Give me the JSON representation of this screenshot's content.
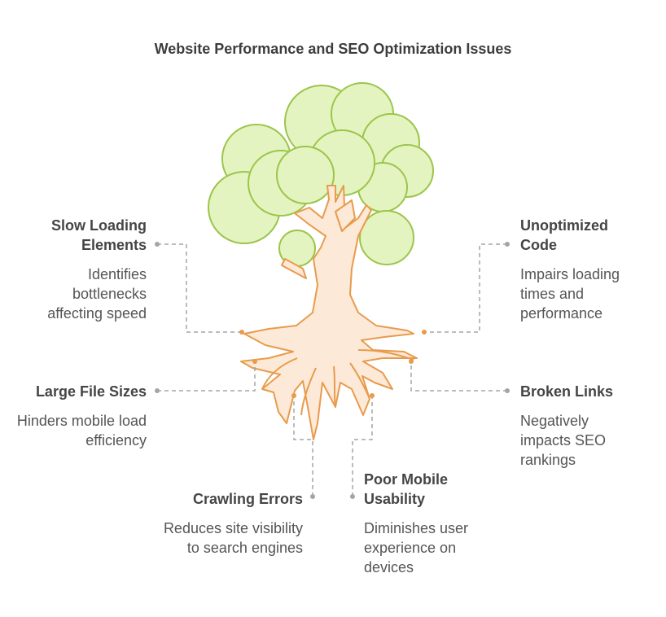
{
  "title": "Website Performance and SEO Optimization Issues",
  "colors": {
    "foliage_fill": "#e3f4c1",
    "foliage_stroke": "#9cc54b",
    "trunk_fill": "#fde9d8",
    "trunk_stroke": "#e89b4c",
    "connector": "#a5a5a5"
  },
  "items": {
    "slow_loading": {
      "head": "Slow Loading Elements",
      "desc": "Identifies bottlenecks affecting speed"
    },
    "unoptimized_code": {
      "head": "Unoptimized Code",
      "desc": "Impairs loading times and performance"
    },
    "large_file_sizes": {
      "head": "Large File Sizes",
      "desc": "Hinders mobile load efficiency"
    },
    "broken_links": {
      "head": "Broken Links",
      "desc": "Negatively impacts SEO rankings"
    },
    "crawling_errors": {
      "head": "Crawling Errors",
      "desc": "Reduces site visibility to search engines"
    },
    "poor_mobile": {
      "head": "Poor Mobile Usability",
      "desc": "Diminishes user experience on devices"
    }
  }
}
